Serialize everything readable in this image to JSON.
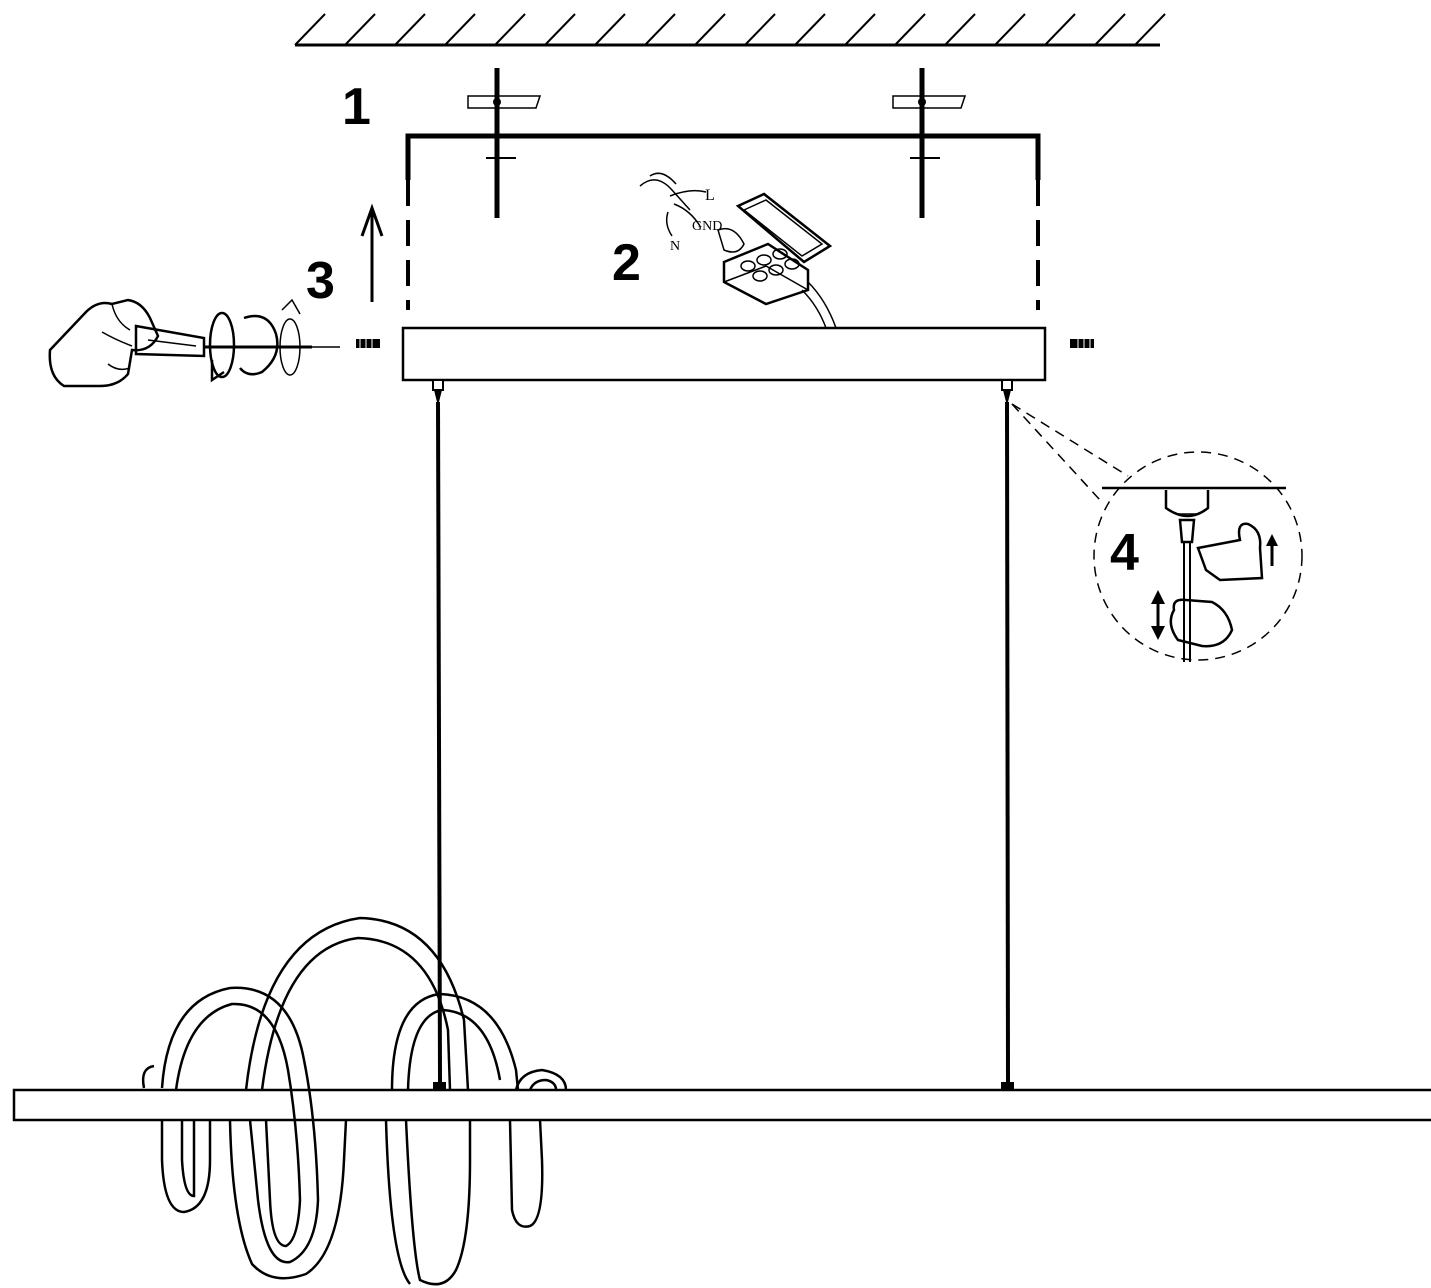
{
  "steps": {
    "step1": "1",
    "step2": "2",
    "step3": "3",
    "step4": "4"
  },
  "wire_labels": {
    "live": "L",
    "ground": "GND",
    "neutral": "N"
  },
  "colors": {
    "line": "#000000",
    "background": "#ffffff"
  }
}
